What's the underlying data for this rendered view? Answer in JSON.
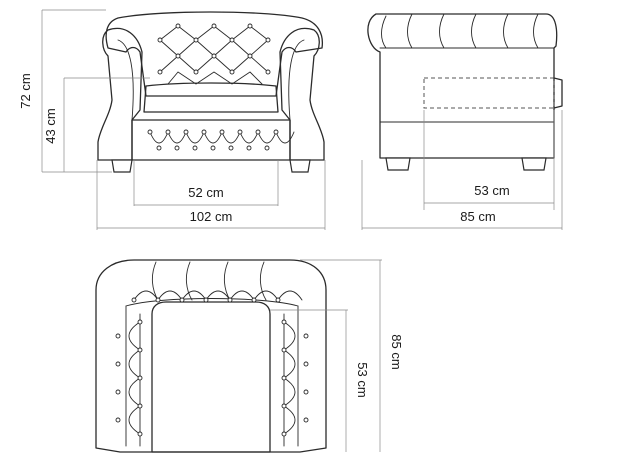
{
  "front_view": {
    "height_label": "72 cm",
    "seat_height_label": "43 cm",
    "seat_width_label": "52 cm",
    "total_width_label": "102 cm"
  },
  "side_view": {
    "seat_depth_label": "53 cm",
    "total_depth_label": "85 cm"
  },
  "top_view": {
    "seat_depth_label": "53 cm",
    "total_depth_label": "85 cm"
  }
}
